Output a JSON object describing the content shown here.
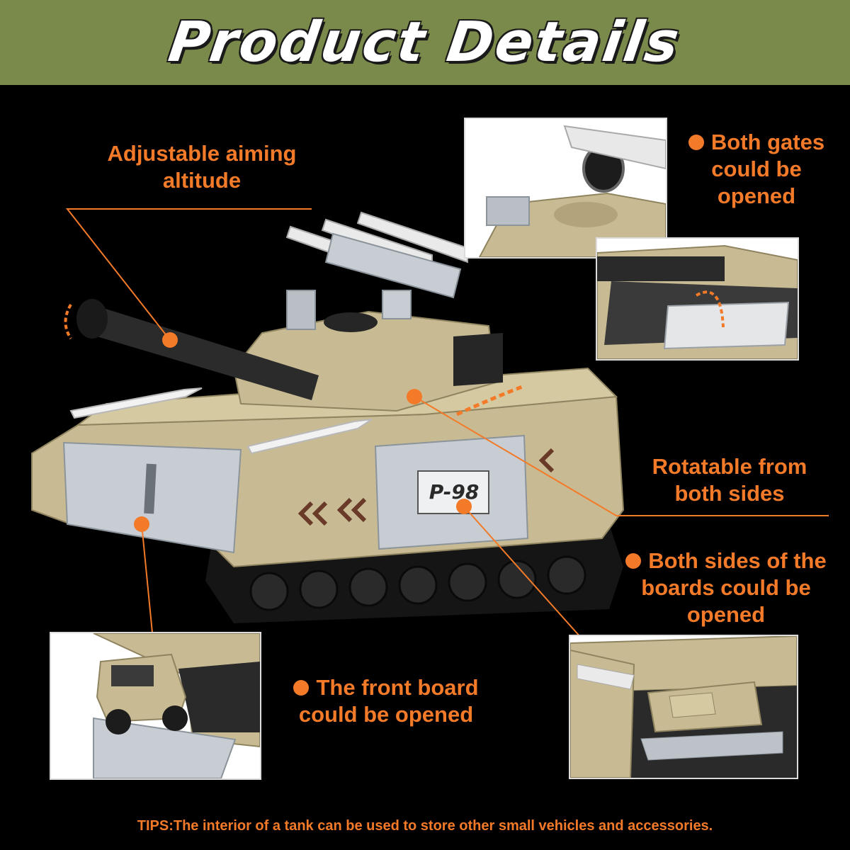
{
  "header": {
    "title": "Product Details"
  },
  "labels": {
    "aiming": "Adjustable aiming altitude",
    "gates": "Both gates could be opened",
    "rotatable": "Rotatable from both sides",
    "boards": "Both sides of the boards could be opened",
    "front_board": "The front board could be opened"
  },
  "tank": {
    "plate_text": "P-98"
  },
  "tips": "TIPS:The interior of a tank can be used to store other small vehicles and accessories.",
  "colors": {
    "accent": "#f37a28",
    "header_bg": "#7a8a4a",
    "tank_body": "#c8bb94",
    "armor_panel": "#c7cdd3"
  }
}
